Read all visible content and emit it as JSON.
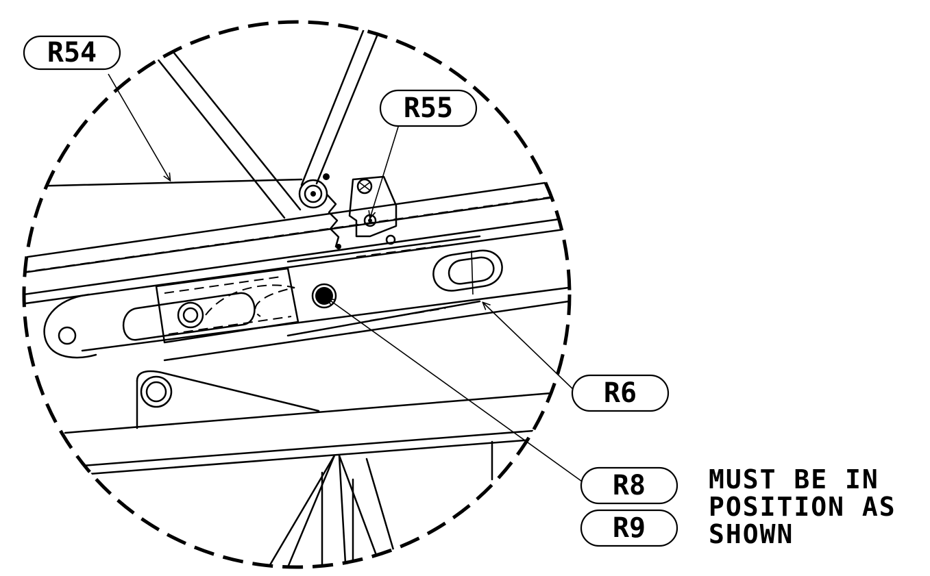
{
  "balloons": {
    "r54": "R54",
    "r55": "R55",
    "r6": "R6",
    "r8": "R8",
    "r9": "R9"
  },
  "note": {
    "line1": "MUST BE IN",
    "line2": "POSITION AS",
    "line3": "SHOWN"
  }
}
